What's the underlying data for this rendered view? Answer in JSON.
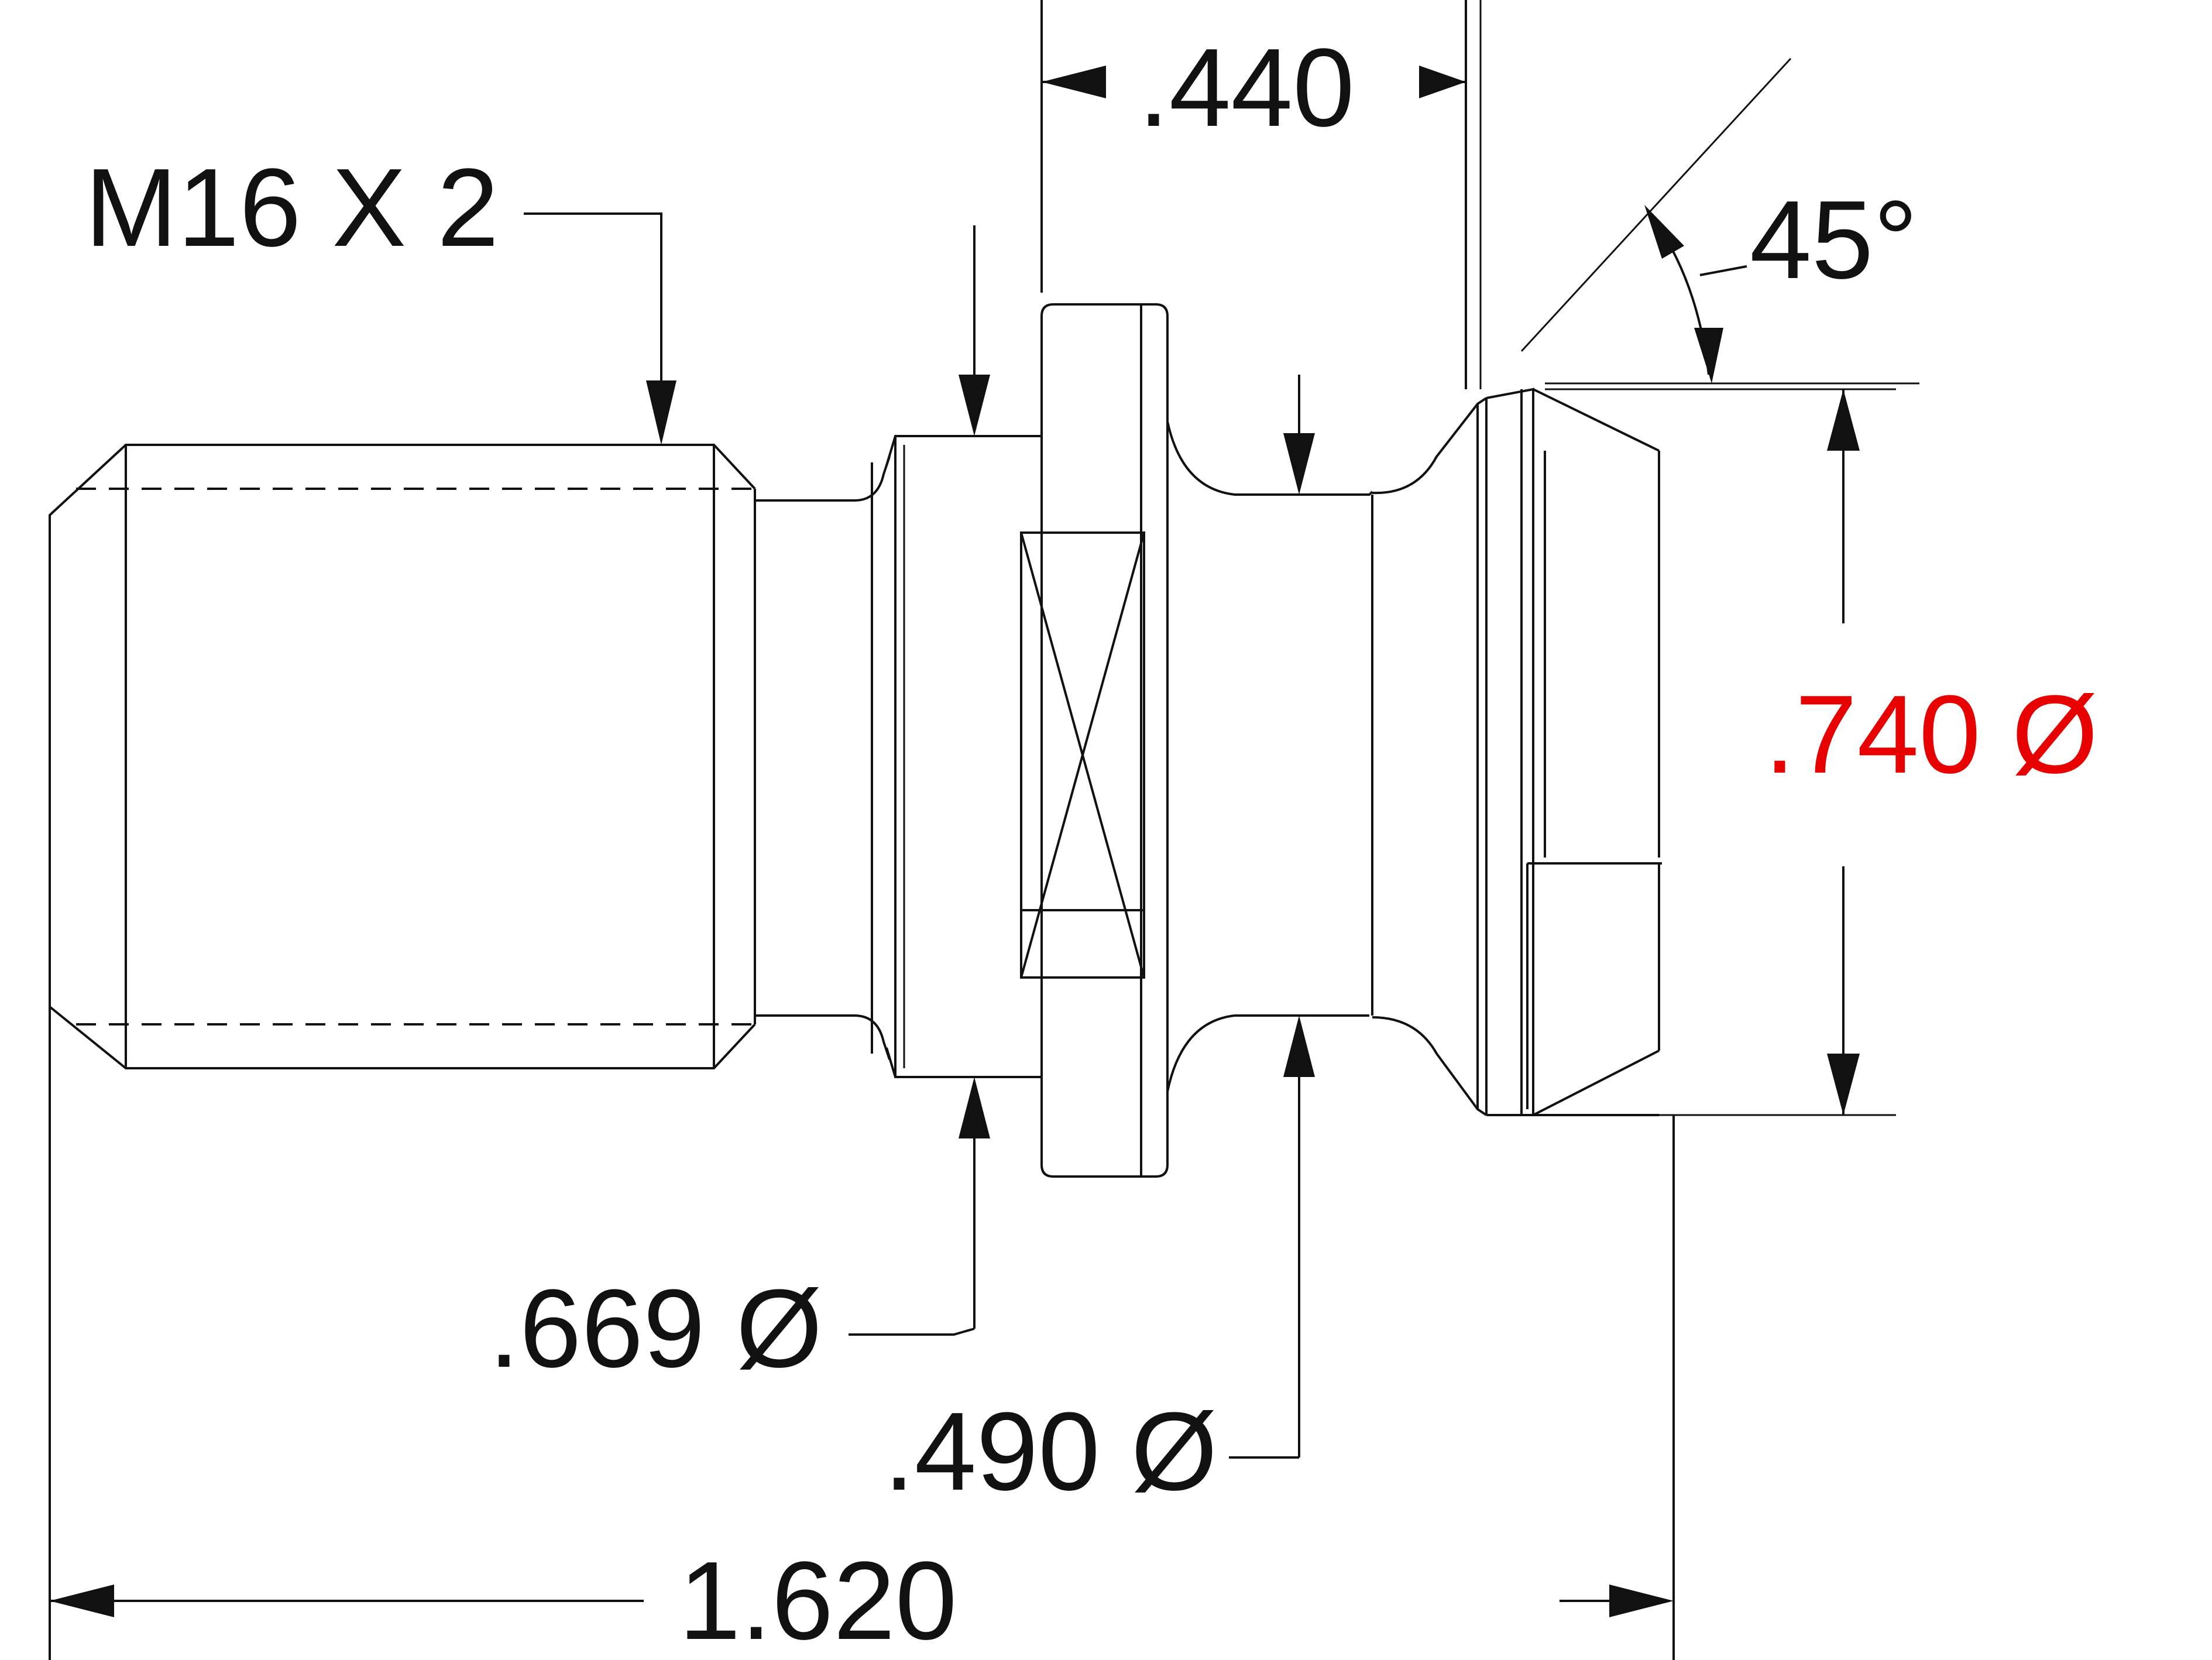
{
  "drawing": {
    "thread_label": "M16 X 2",
    "dim_flange_width": ".440",
    "dim_angle": "45°",
    "dim_head_diameter": ".740 Ø",
    "dim_neck_diameter": ".669 Ø",
    "dim_groove_diameter": ".490 Ø",
    "dim_overall_length": "1.620",
    "highlight_color": "#e60000",
    "line_color": "#111111"
  }
}
